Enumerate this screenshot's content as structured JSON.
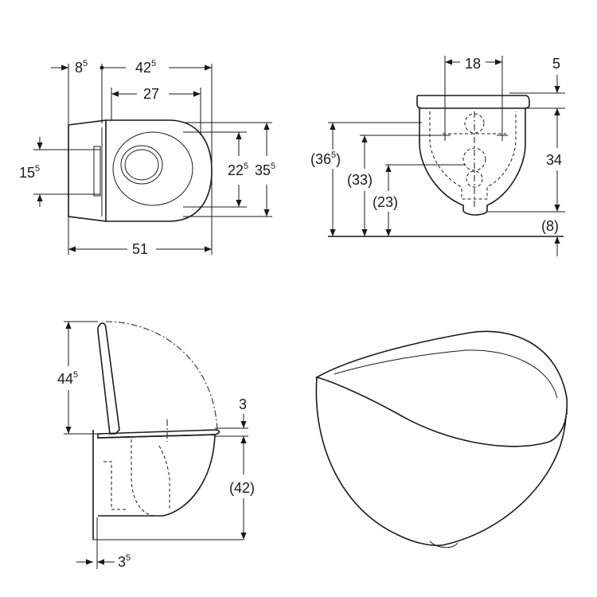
{
  "views": {
    "top": {
      "dims": {
        "a": {
          "main": "8",
          "sup": "5"
        },
        "b": {
          "main": "42",
          "sup": "5"
        },
        "c": {
          "main": "27",
          "sup": ""
        },
        "d": {
          "main": "15",
          "sup": "5"
        },
        "e": {
          "main": "22",
          "sup": "5"
        },
        "f": {
          "main": "35",
          "sup": "5"
        },
        "g": {
          "main": "51",
          "sup": ""
        }
      }
    },
    "front": {
      "dims": {
        "a": {
          "main": "18",
          "sup": ""
        },
        "b": {
          "main": "5",
          "sup": ""
        },
        "c": {
          "main": "(36",
          "sup": "5",
          "tail": ")"
        },
        "d": {
          "main": "(33)",
          "sup": ""
        },
        "e": {
          "main": "34",
          "sup": ""
        },
        "f": {
          "main": "(23)",
          "sup": ""
        },
        "g": {
          "main": "(8)",
          "sup": ""
        }
      }
    },
    "side": {
      "dims": {
        "a": {
          "main": "44",
          "sup": "5"
        },
        "b": {
          "main": "3",
          "sup": ""
        },
        "c": {
          "main": "(42)",
          "sup": ""
        },
        "d": {
          "main": "3",
          "sup": "5"
        }
      }
    }
  }
}
